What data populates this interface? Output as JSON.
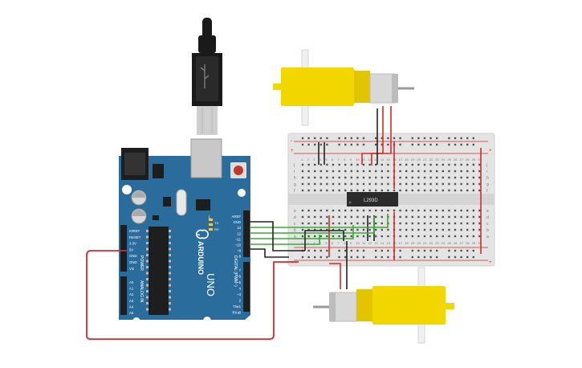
{
  "board": {
    "brand": "ARDUINO",
    "model": "UNO",
    "power_title": "POWER",
    "analog_title": "ANALOG IN",
    "digital_title": "DIGITAL (PWM~)",
    "power_pins": [
      "IOREF",
      "RESET",
      "3.3V",
      "5V",
      "GND",
      "GND",
      "Vin"
    ],
    "analog_pins": [
      "A0",
      "A1",
      "A2",
      "A3",
      "A4",
      "A5"
    ],
    "top_pins": [
      "AREF",
      "GND",
      "13",
      "12",
      "~11",
      "~10",
      "~9",
      "8"
    ],
    "bottom_pins": [
      "7",
      "~6",
      "~5",
      "4",
      "~3",
      "2",
      "TX▸1",
      "RX◂0"
    ],
    "led_labels": [
      "L",
      "TX",
      "RX"
    ],
    "chip_label": "L293D"
  },
  "breadboard": {
    "columns": [
      "1",
      "2",
      "3",
      "4",
      "5",
      "6",
      "7",
      "8",
      "9",
      "10",
      "11",
      "12",
      "13",
      "14",
      "15",
      "16",
      "17",
      "18",
      "19",
      "20",
      "21",
      "22",
      "23",
      "24",
      "25",
      "26",
      "27",
      "28",
      "29",
      "30"
    ],
    "rows_top": [
      "j",
      "i",
      "h",
      "g",
      "f"
    ],
    "rows_bottom": [
      "e",
      "d",
      "c",
      "b",
      "a"
    ],
    "rail_plus": "+",
    "rail_minus": "-"
  },
  "colors": {
    "board": "#2a6d9c",
    "wire_red": "#d42a2a",
    "wire_green": "#3aaa35",
    "wire_black": "#222222",
    "motor_yellow": "#f2d600"
  }
}
